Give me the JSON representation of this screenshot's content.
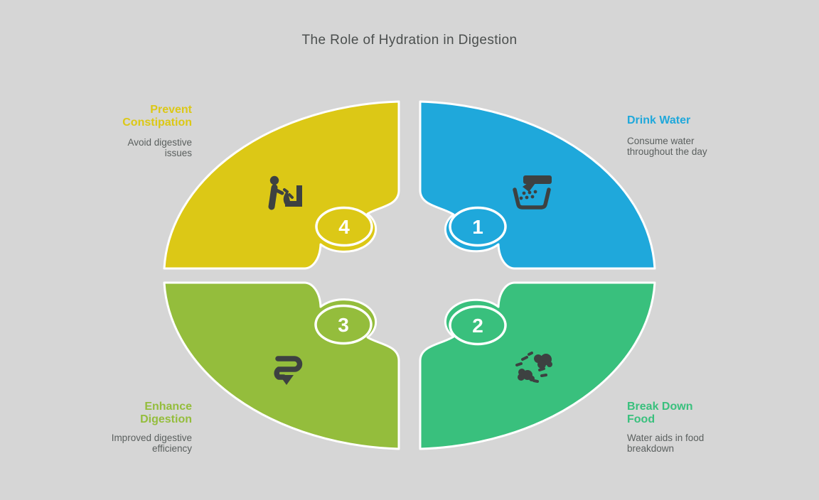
{
  "title": "The Role of Hydration in Digestion",
  "background_color": "#d6d6d6",
  "title_color": "#4b4f4e",
  "description_color": "#5a5f5e",
  "icon_color": "#3d4141",
  "badge_text_color": "#ffffff",
  "steps": [
    {
      "number": "1",
      "label": "Drink Water",
      "description": "Consume water throughout the day",
      "color": "#1fa8db",
      "icon": "faucet-basin-icon"
    },
    {
      "number": "2",
      "label": "Break Down Food",
      "description": "Water aids in food breakdown",
      "color": "#39c07d",
      "icon": "food-crumbs-icon"
    },
    {
      "number": "3",
      "label": "Enhance Digestion",
      "description": "Improved digestive efficiency",
      "color": "#94bd3c",
      "icon": "winding-arrow-icon"
    },
    {
      "number": "4",
      "label": "Prevent Constipation",
      "description": "Avoid digestive issues",
      "color": "#dcc816",
      "icon": "person-toilet-icon"
    }
  ]
}
